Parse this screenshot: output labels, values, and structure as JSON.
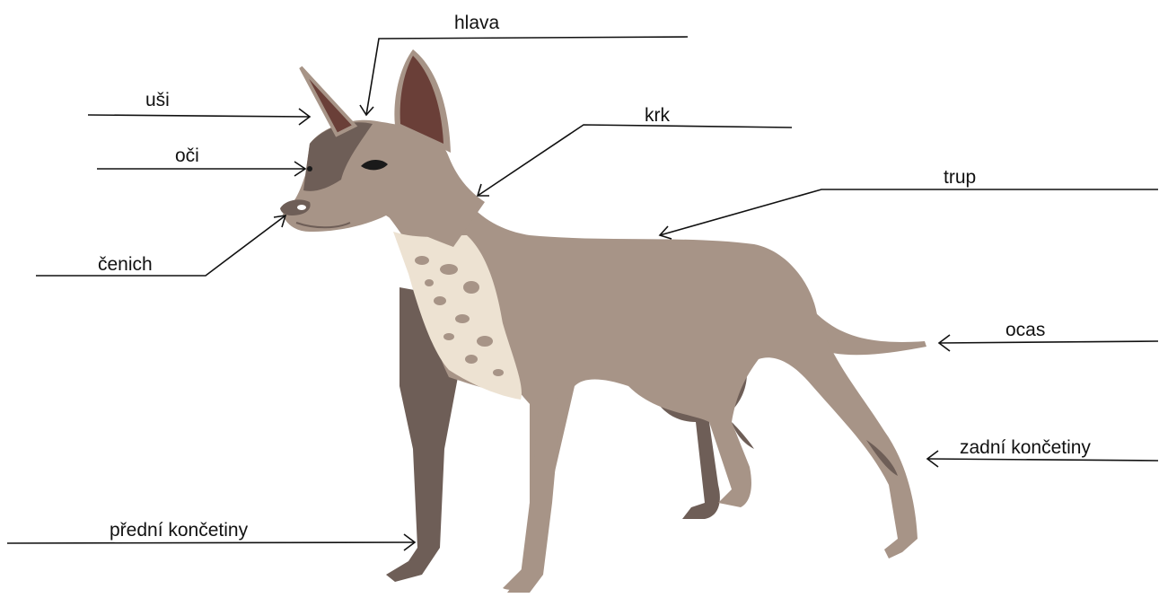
{
  "diagram": {
    "labels": {
      "ears": "uši",
      "head": "hlava",
      "eyes": "oči",
      "neck": "krk",
      "snout": "čenich",
      "trunk": "trup",
      "tail": "ocas",
      "hind_limbs": "zadní končetiny",
      "fore_limbs": "přední končetiny"
    }
  },
  "colors": {
    "body": "#a79487",
    "shadow": "#6e5e57",
    "ear_inner": "#6a3f38",
    "chest": "#ede2d2",
    "lines": "#111111"
  }
}
